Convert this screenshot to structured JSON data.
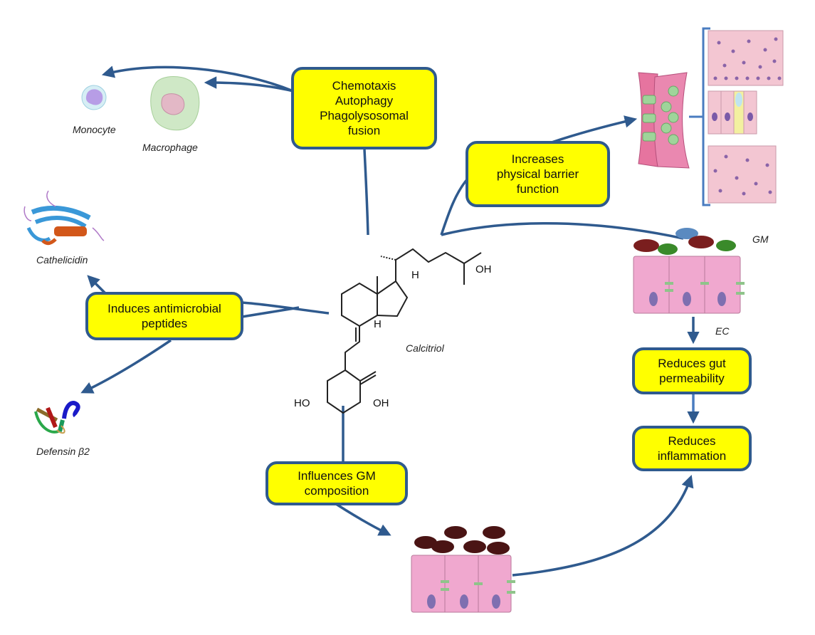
{
  "colors": {
    "box_fill": "#ffff00",
    "box_border": "#2f5a8e",
    "arrow": "#2f5a8e",
    "cell_pink": "#f0a8cf",
    "junction_green": "#8fc48a",
    "nucleus_purple": "#7f6fb0"
  },
  "boxes": {
    "chemotaxis": "Chemotaxis\nAutophagy\nPhagolysosomal\nfusion",
    "barrier": "Increases\nphysical barrier\nfunction",
    "antimicrobial": "Induces antimicrobial\npeptides",
    "gm_composition": "Influences GM\ncomposition",
    "gut_permeability": "Reduces gut\npermeability",
    "inflammation": "Reduces\ninflammation"
  },
  "labels": {
    "monocyte": "Monocyte",
    "macrophage": "Macrophage",
    "cathelicidin": "Cathelicidin",
    "defensin": "Defensin β2",
    "calcitriol": "Calcitriol",
    "gm": "GM",
    "ec": "EC"
  },
  "chem": {
    "oh1": "OH",
    "oh2": "OH",
    "ho": "HO",
    "h1": "H",
    "h2": "H"
  }
}
